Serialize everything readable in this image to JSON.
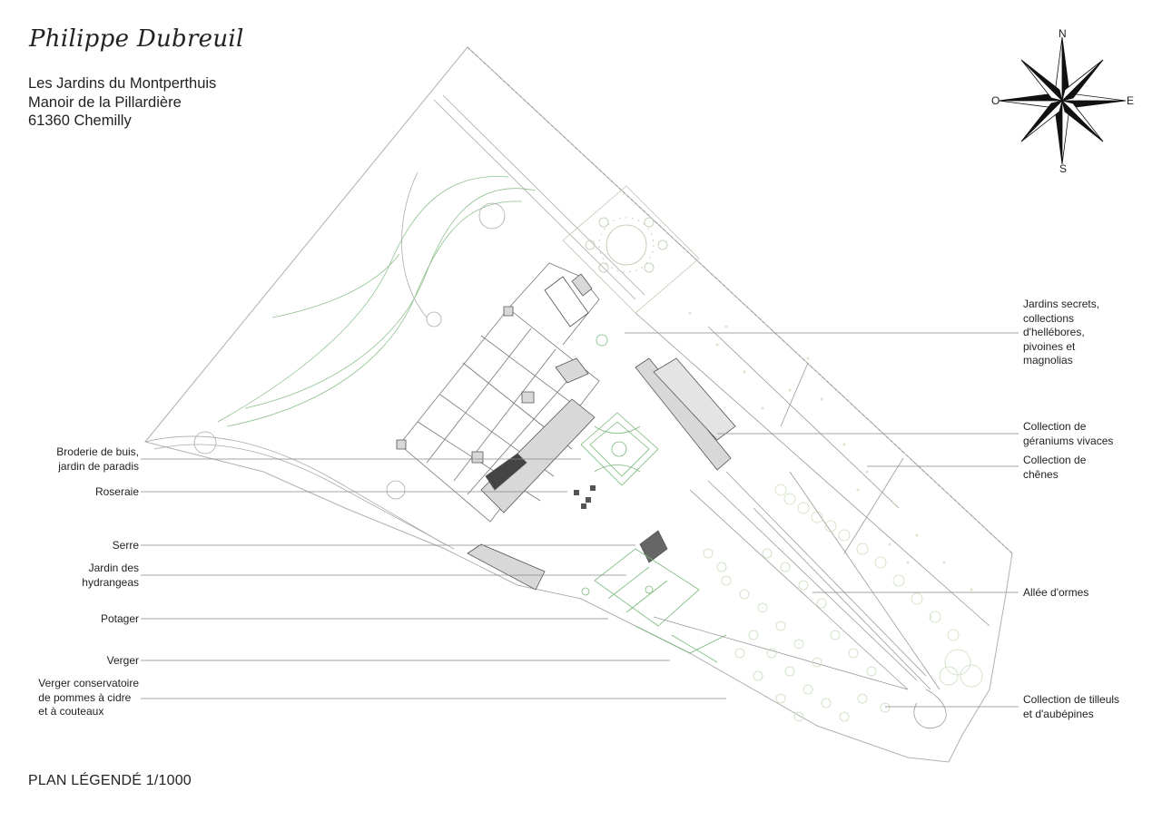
{
  "header": {
    "signature": "Philippe Dubreuil",
    "address": [
      "Les Jardins du Montperthuis",
      "Manoir de la Pillardière",
      "61360 Chemilly"
    ]
  },
  "footer": {
    "plan_title": "PLAN LÉGENDÉ 1/1000"
  },
  "compass": {
    "north": "N",
    "south": "S",
    "east": "E",
    "west": "O"
  },
  "legend_left": [
    "Broderie de buis,\njardin de paradis",
    "Roseraie",
    "Serre",
    "Jardin des\nhydrangeas",
    "Potager",
    "Verger",
    "Verger conservatoire\nde pommes à cidre\net à couteaux"
  ],
  "legend_right": [
    "Jardins secrets,\ncollections\nd'hellébores,\npivoines et\nmagnolias",
    "Collection de\ngéraniums vivaces",
    "Collection de\nchênes",
    "Allée d'ormes",
    "Collection de tilleuls\net d'aubépines"
  ],
  "colors": {
    "line": "#9a9a9a",
    "building": "#555555",
    "green": "#7ab87a",
    "tree": "#cfe0c4"
  }
}
